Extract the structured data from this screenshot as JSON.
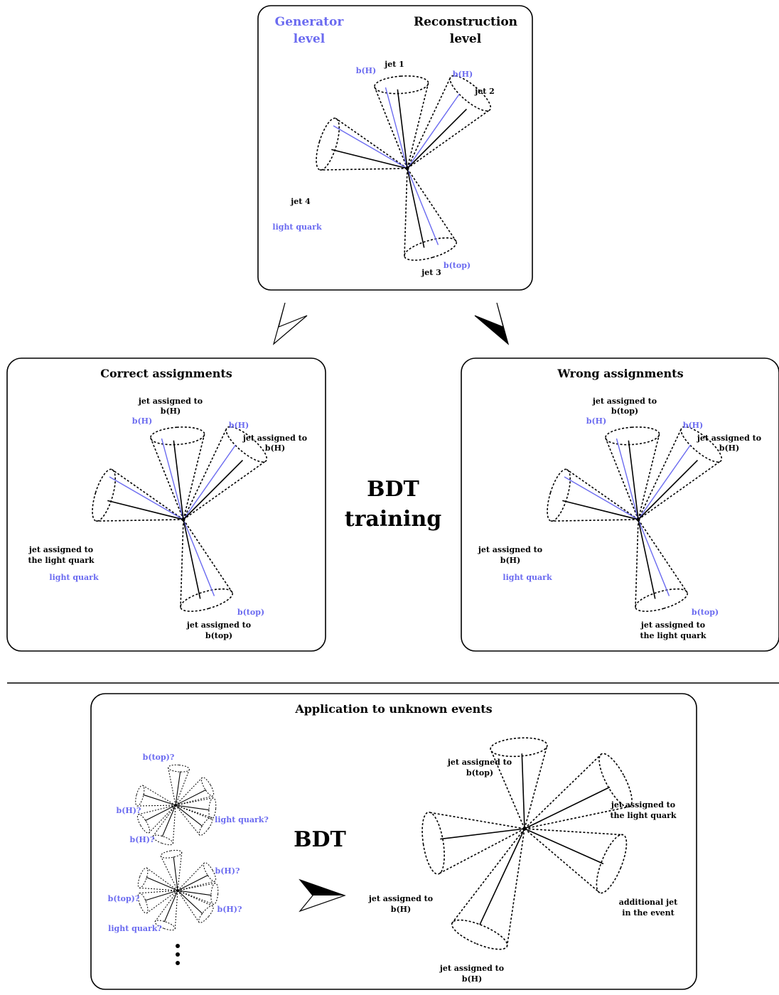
{
  "colors": {
    "generator": "#6b6bf0",
    "reco": "#000000"
  },
  "top_panel": {
    "gen_title_1": "Generator",
    "gen_title_2": "level",
    "reco_title_1": "Reconstruction",
    "reco_title_2": "level",
    "jet1": "jet 1",
    "jet2": "jet 2",
    "jet3": "jet 3",
    "jet4": "jet 4",
    "bH_left": "b(H)",
    "bH_right": "b(H)",
    "btop": "b(top)",
    "light": "light quark"
  },
  "correct_panel": {
    "title": "Correct assignments",
    "top_a": "jet assigned to",
    "top_b": "b(H)",
    "right_a": "jet assigned to",
    "right_b": "b(H)",
    "left_a": "jet assigned to",
    "left_b": "the light quark",
    "bottom_a": "jet assigned to",
    "bottom_b": "b(top)",
    "bH_left": "b(H)",
    "bH_right": "b(H)",
    "btop": "b(top)",
    "light": "light quark"
  },
  "middle": {
    "bdt": "BDT",
    "training": "training"
  },
  "wrong_panel": {
    "title": "Wrong assignments",
    "top_a": "jet assigned to",
    "top_b": "b(top)",
    "right_a": "jet assigned to",
    "right_b": "b(H)",
    "left_a": "jet assigned to",
    "left_b": "b(H)",
    "bottom_a": "jet assigned to",
    "bottom_b": "the light quark",
    "bH_left": "b(H)",
    "bH_right": "b(H)",
    "btop": "b(top)",
    "light": "light quark"
  },
  "application_panel": {
    "title": "Application to unknown events",
    "bdt": "BDT",
    "small1_top": "b(top)?",
    "small1_left": "b(H)?",
    "small1_right": "light quark?",
    "small1_bottom": "b(H)?",
    "small2_tr": "b(H)?",
    "small2_left": "b(top)?",
    "small2_right": "b(H)?",
    "small2_bottom": "light quark?",
    "top_a": "jet assigned to",
    "top_b": "b(top)",
    "right_a": "jet assigned to",
    "right_b": "the light quark",
    "left_a": "jet assigned to",
    "left_b": "b(H)",
    "bottom_a": "jet assigned to",
    "bottom_b": "b(H)",
    "extra_a": "additional jet",
    "extra_b": "in the event"
  }
}
